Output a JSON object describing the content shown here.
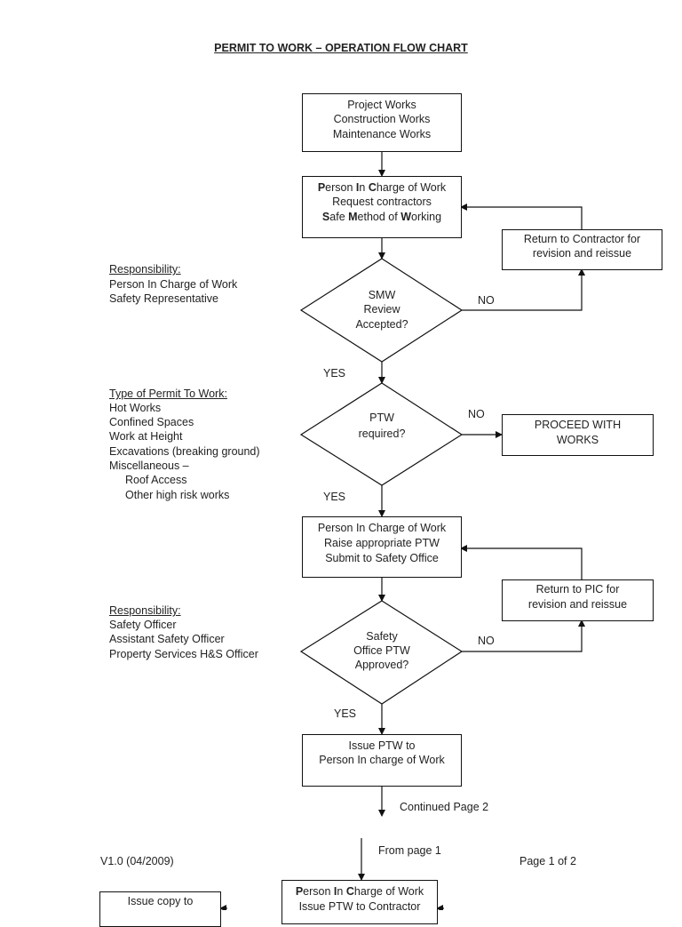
{
  "title": "PERMIT TO WORK – OPERATION FLOW CHART",
  "boxes": {
    "start": [
      "Project Works",
      "Construction Works",
      "Maintenance Works"
    ],
    "pic_request": {
      "line1": [
        "P",
        "erson ",
        "I",
        "n ",
        "C",
        "harge of Work"
      ],
      "line2": "Request contractors",
      "line3": [
        "S",
        "afe ",
        "M",
        "ethod of ",
        "W",
        "orking"
      ]
    },
    "return_contractor": [
      "Return to Contractor for",
      "revision and reissue"
    ],
    "proceed": [
      "PROCEED WITH",
      "WORKS"
    ],
    "pic_raise": [
      "Person In Charge of Work",
      "Raise appropriate PTW",
      "Submit to Safety Office"
    ],
    "return_pic": [
      "Return to PIC for",
      "revision and reissue"
    ],
    "issue_ptw": [
      "Issue PTW to",
      "Person In charge of Work"
    ],
    "pic_issue": {
      "line1": [
        "P",
        "erson ",
        "I",
        "n ",
        "C",
        "harge of Work"
      ],
      "line2": "Issue PTW to Contractor"
    },
    "issue_copy": "Issue copy to"
  },
  "decisions": {
    "smw": [
      "SMW",
      "Review",
      "Accepted?"
    ],
    "ptw": [
      "PTW",
      "required?"
    ],
    "safety": [
      "Safety",
      "Office PTW",
      "Approved?"
    ]
  },
  "labels": {
    "yes": "YES",
    "no": "NO",
    "continued": "Continued Page 2",
    "from": "From page 1"
  },
  "notes": {
    "resp1": {
      "heading": "Responsibility:",
      "items": [
        "Person In Charge of Work",
        "Safety Representative"
      ]
    },
    "types": {
      "heading": "Type of Permit To Work:",
      "items": [
        "Hot Works",
        "Confined Spaces",
        "Work at Height",
        "Excavations (breaking ground)",
        "Miscellaneous –",
        "Roof Access",
        "Other high risk works"
      ]
    },
    "resp2": {
      "heading": "Responsibility:",
      "items": [
        "Safety Officer",
        "Assistant Safety Officer",
        "Property Services H&S Officer"
      ]
    }
  },
  "footer": {
    "version": "V1.0 (04/2009)",
    "page": "Page 1 of 2"
  }
}
